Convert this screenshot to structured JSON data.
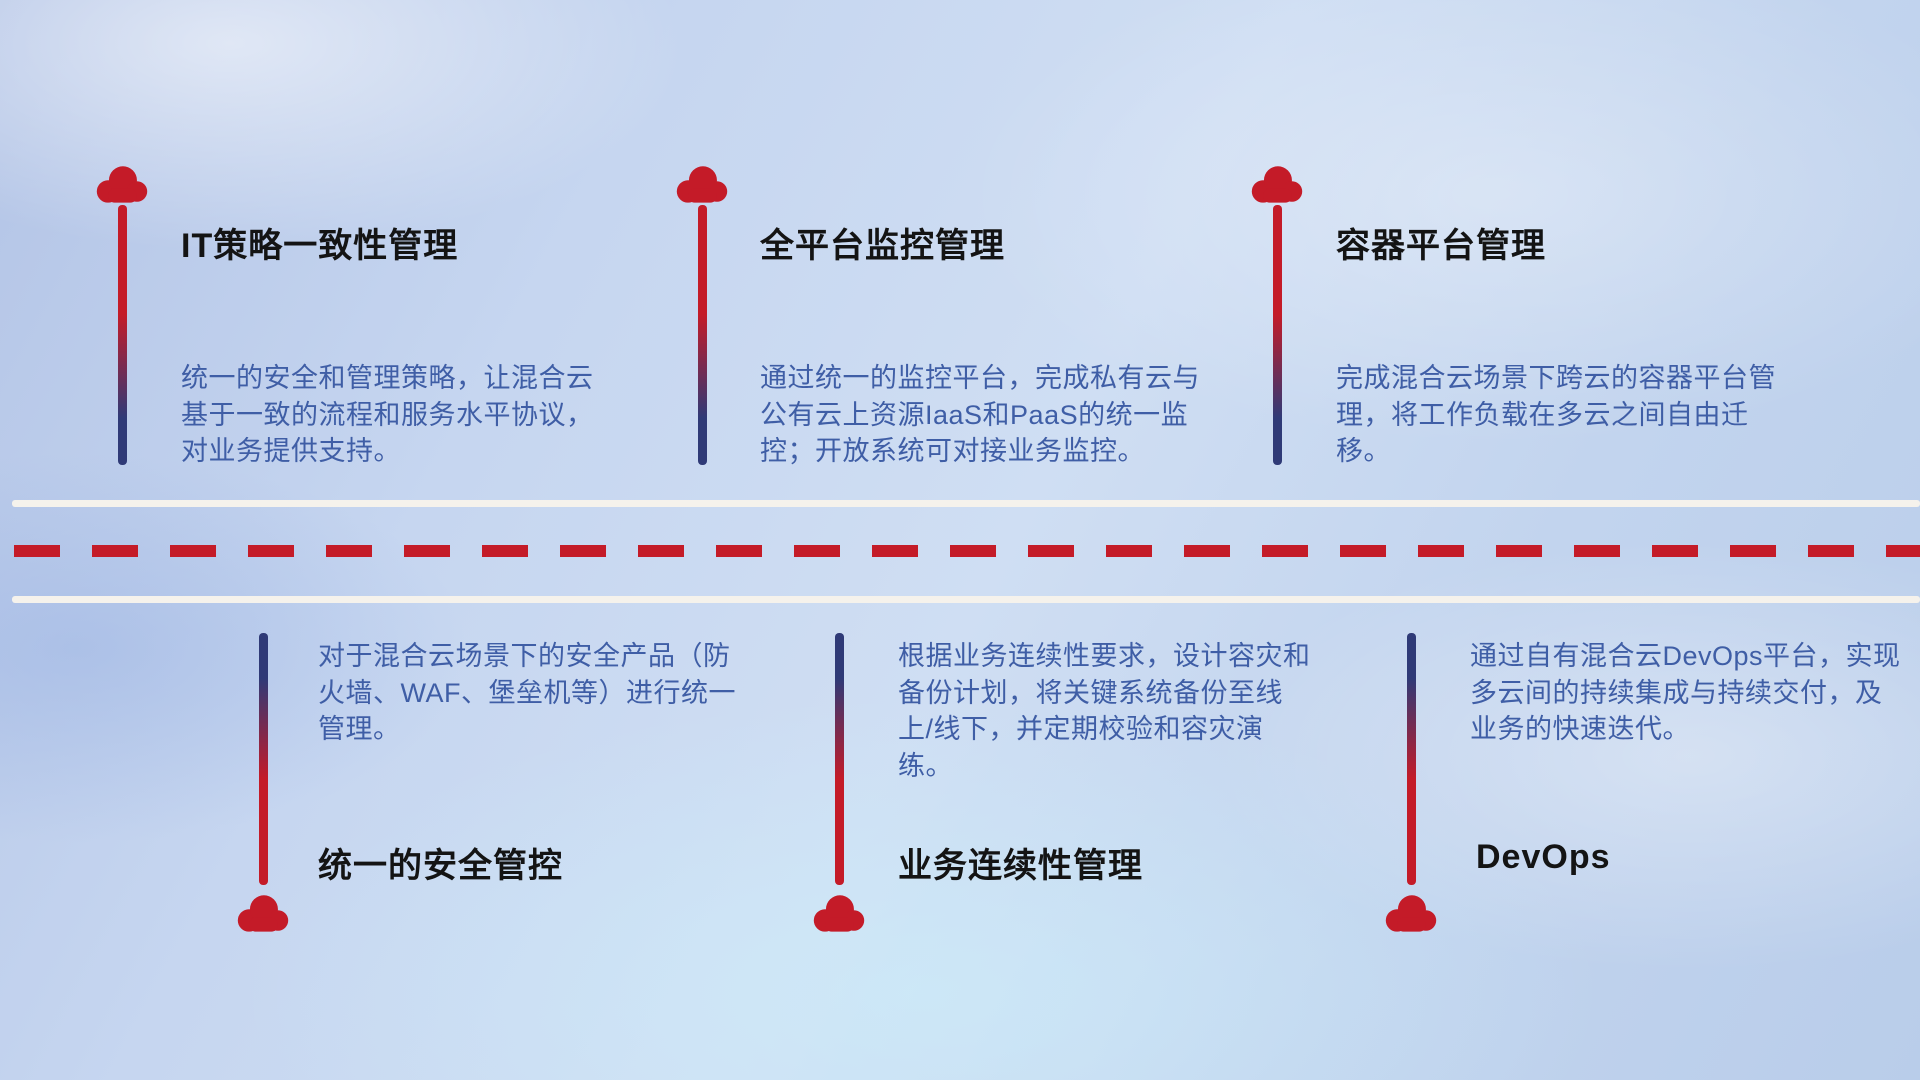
{
  "theme": {
    "accent_red": "#c41b28",
    "line_navy": "#2f3a77",
    "body_text_color": "#3f5ea6",
    "title_color": "#141414",
    "road_white": "#f5f2ec"
  },
  "top_items": [
    {
      "title": "IT策略一致性管理",
      "description": "统一的安全和管理策略，让混合云基于一致的流程和服务水平协议，对业务提供支持。"
    },
    {
      "title": "全平台监控管理",
      "description": "通过统一的监控平台，完成私有云与公有云上资源IaaS和PaaS的统一监控；开放系统可对接业务监控。"
    },
    {
      "title": "容器平台管理",
      "description": "完成混合云场景下跨云的容器平台管理，将工作负载在多云之间自由迁移。"
    }
  ],
  "bottom_items": [
    {
      "title": "统一的安全管控",
      "description": "对于混合云场景下的安全产品（防火墙、WAF、堡垒机等）进行统一管理。"
    },
    {
      "title": "业务连续性管理",
      "description": "根据业务连续性要求，设计容灾和备份计划，将关键系统备份至线上/线下，并定期校验和容灾演练。"
    },
    {
      "title": "DevOps",
      "description": "通过自有混合云DevOps平台，实现多云间的持续集成与持续交付，及业务的快速迭代。"
    }
  ]
}
